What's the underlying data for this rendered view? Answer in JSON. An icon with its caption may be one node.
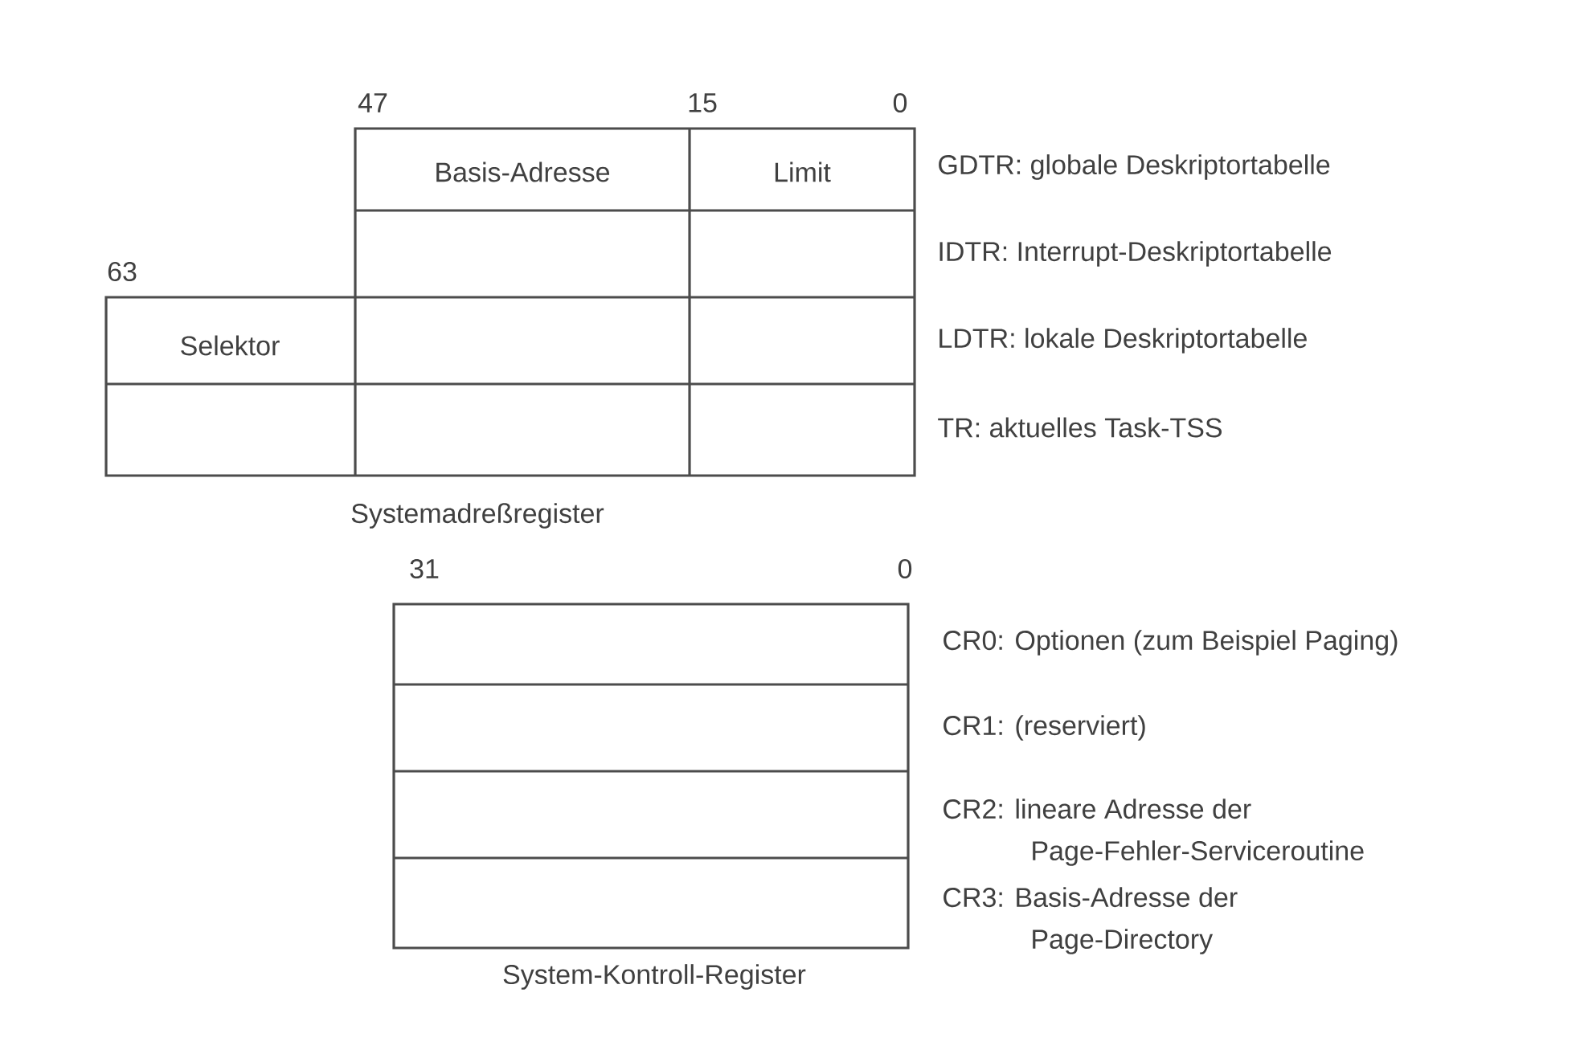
{
  "diagram": {
    "labels": [
      "47",
      "15",
      "0",
      "Basis-Adresse",
      "Limit",
      "GDTR: globale Deskriptortabelle",
      "IDTR: Interrupt-Deskriptortabelle",
      "63",
      "Selektor",
      "LDTR: lokale Deskriptortabelle",
      "TR: aktuelles Task-TSS",
      "Systemadreßregister",
      "31",
      "0",
      "CR0: Optionen (zum Beispiel Paging)",
      "CR1: (reserviert)",
      "CR2: lineare Adresse der Page-Fehler-Serviceroutine",
      "CR3: Basis-Adresse der Page-Directory",
      "System-Kontroll-Register"
    ]
  }
}
